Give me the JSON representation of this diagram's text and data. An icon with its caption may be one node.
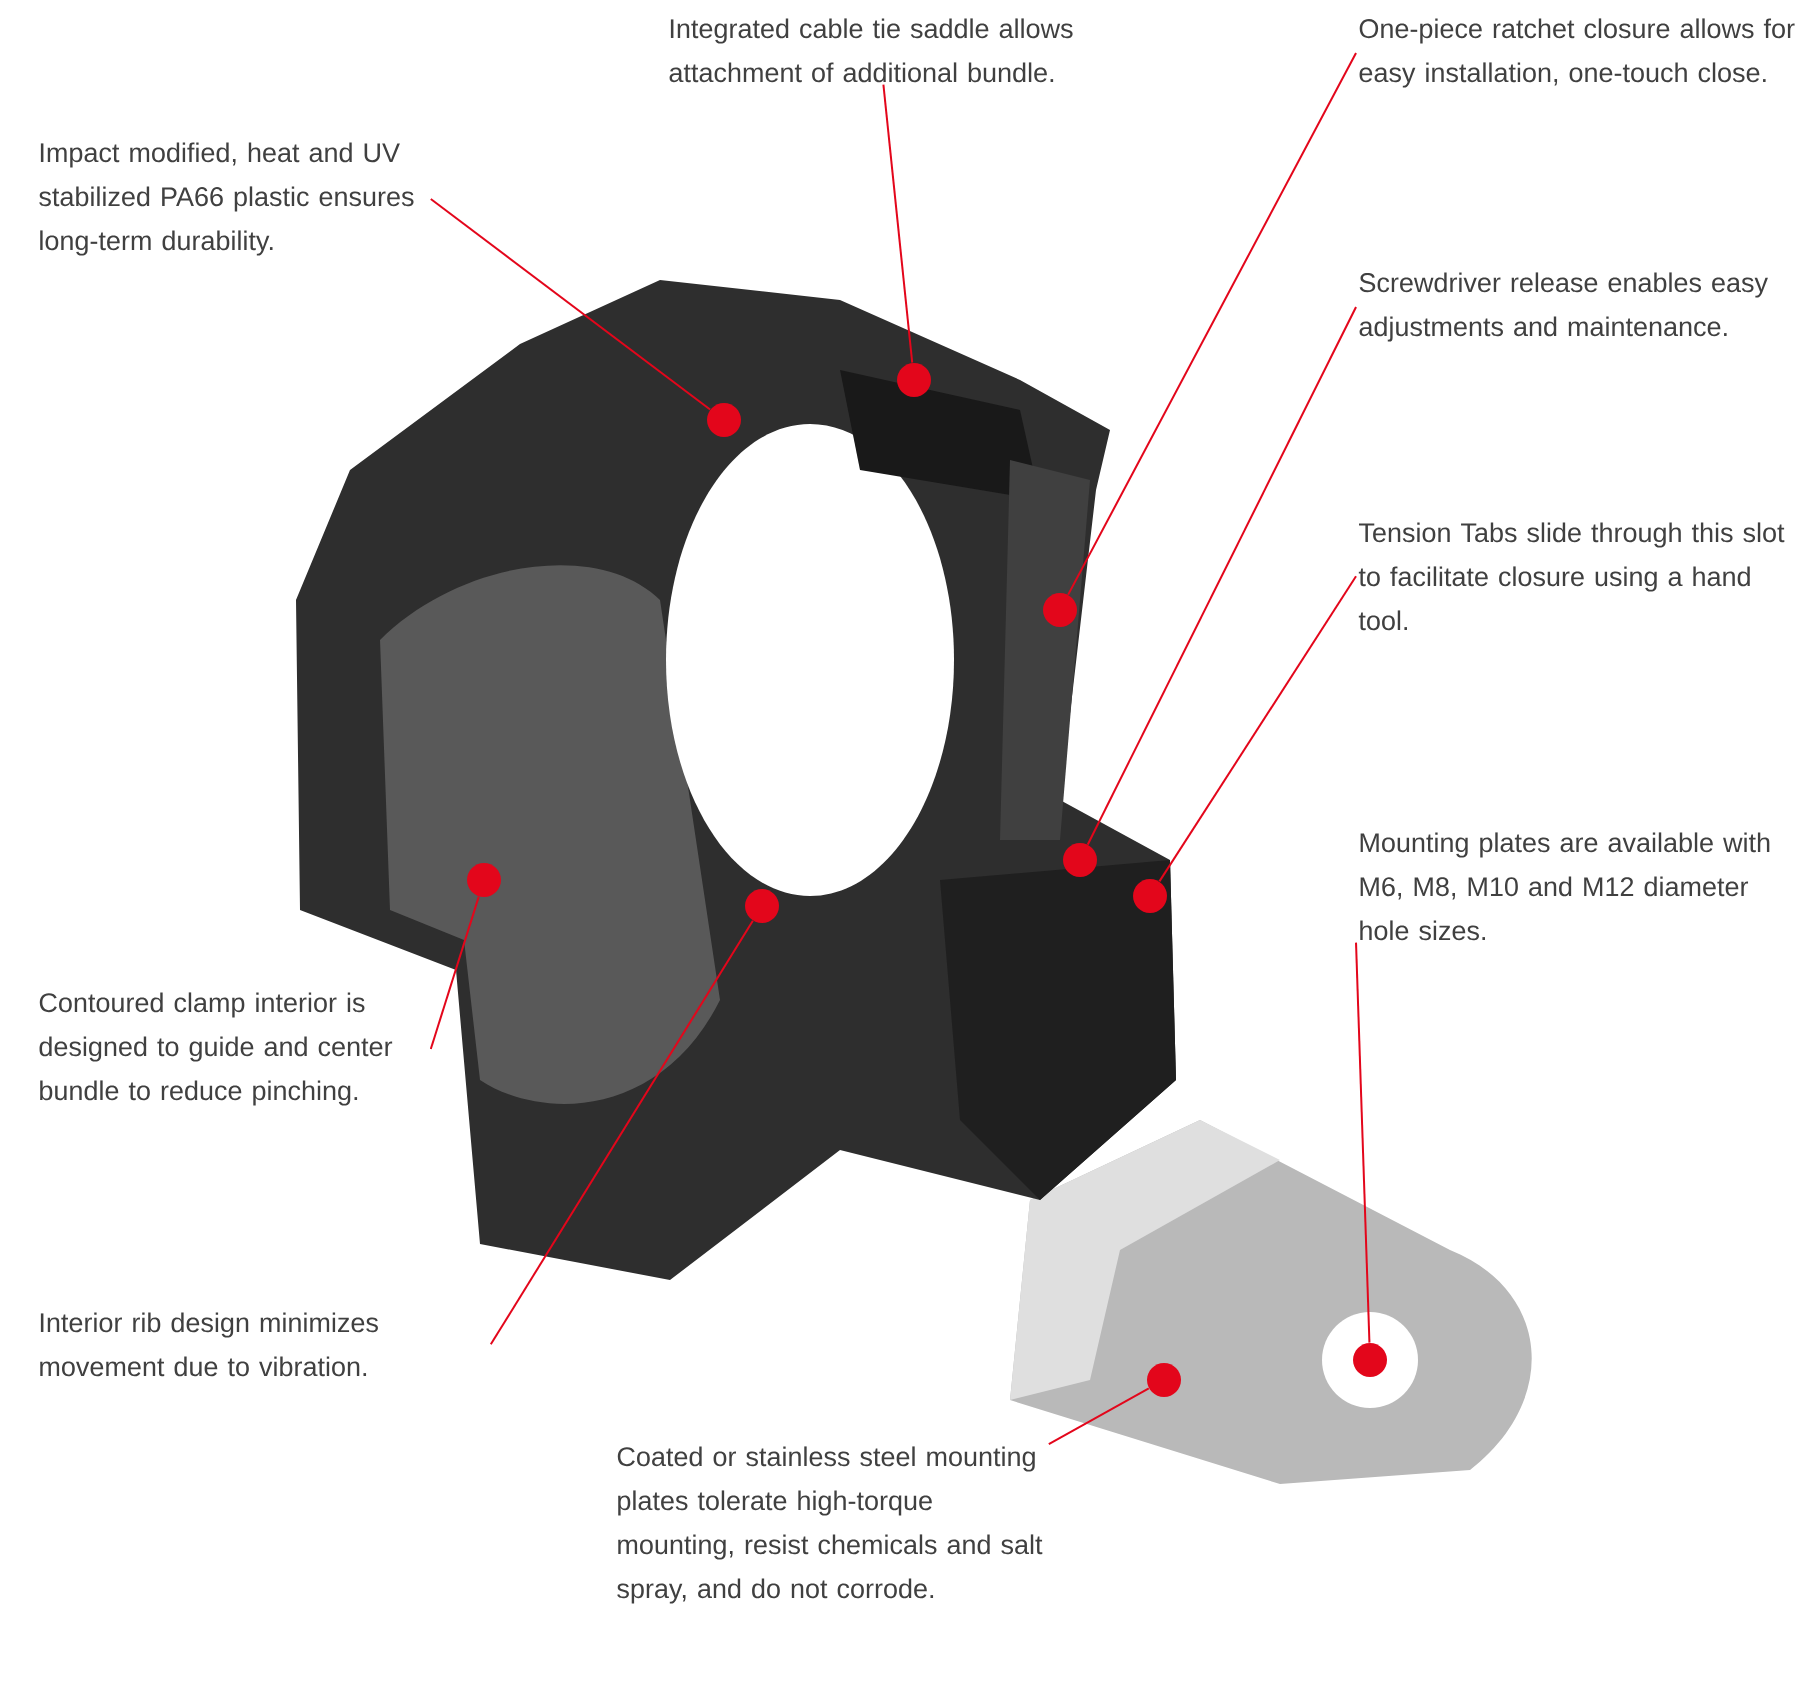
{
  "diagram": {
    "nodes": [
      {
        "text": [
          "Integrated cable tie saddle allows attachment of additional bundle."
        ]
      },
      {
        "text": [
          "One-piece ratchet closure allows for easy installation, one-touch close."
        ]
      },
      {
        "text": [
          "Impact modified, heat and UV stabilized PA66 plastic ensures long-term durability."
        ]
      },
      {
        "text": [
          "Screwdriver release enables easy adjustments and maintenance."
        ]
      },
      {
        "text": [
          "Tension Tabs slide through this slot to facilitate closure using a hand tool."
        ]
      },
      {
        "text": [
          "Mounting plates are available with M6, M8, M10 and M12 diameter hole sizes."
        ]
      },
      {
        "text": [
          "Contoured clamp interior is designed to guide and center bundle to reduce pinching."
        ]
      },
      {
        "text": [
          "Interior rib design minimizes movement due to vibration."
        ]
      },
      {
        "text": [
          "Coated or stainless steel mounting plates tolerate high-torque mounting, resist chemicals and salt spray, and do not corrode."
        ]
      },
      {
        "text": [],
        "shape": "circle"
      },
      {
        "text": [],
        "shape": "circle"
      },
      {
        "text": [],
        "shape": "circle"
      },
      {
        "text": [],
        "shape": "circle"
      },
      {
        "text": [],
        "shape": "circle"
      },
      {
        "text": [],
        "shape": "circle"
      },
      {
        "text": [],
        "shape": "circle"
      },
      {
        "text": [],
        "shape": "circle"
      },
      {
        "text": [],
        "shape": "circle"
      }
    ],
    "edges": [
      {
        "from": 0,
        "to": 12,
        "arrow": "none"
      },
      {
        "from": 1,
        "to": 13,
        "arrow": "none"
      },
      {
        "from": 2,
        "to": 10,
        "arrow": "none"
      },
      {
        "from": 3,
        "to": 14,
        "arrow": "none"
      },
      {
        "from": 4,
        "to": 15,
        "arrow": "none"
      },
      {
        "from": 5,
        "to": 17,
        "arrow": "none"
      },
      {
        "from": 6,
        "to": 9,
        "arrow": "none"
      },
      {
        "from": 7,
        "to": 11,
        "arrow": "none"
      },
      {
        "from": 8,
        "to": 16,
        "arrow": "none"
      }
    ]
  }
}
